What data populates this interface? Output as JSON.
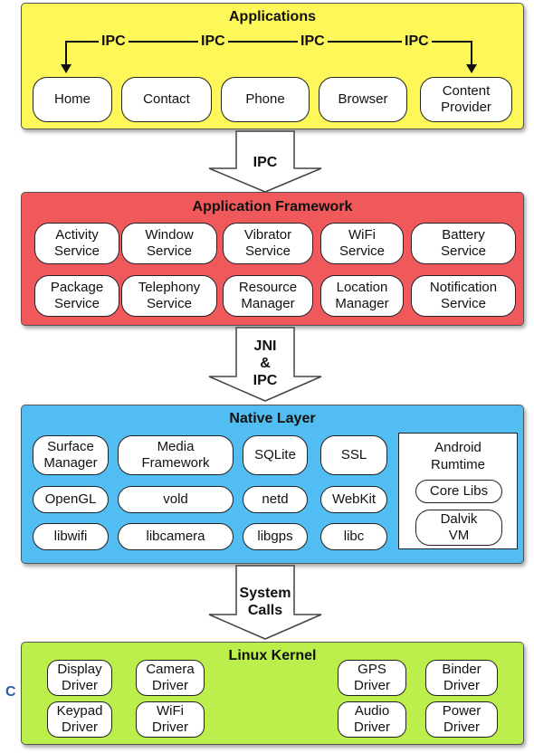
{
  "colors": {
    "applications": "#fdf75a",
    "framework": "#f0595c",
    "native": "#52bdf2",
    "kernel": "#bcef4b"
  },
  "applications": {
    "title": "Applications",
    "ipc_labels": [
      "IPC",
      "IPC",
      "IPC",
      "IPC"
    ],
    "apps": [
      "Home",
      "Contact",
      "Phone",
      "Browser",
      "Content\nProvider"
    ]
  },
  "arrow_apps_framework": "IPC",
  "framework": {
    "title": "Application Framework",
    "services": [
      "Activity\nService",
      "Window\nService",
      "Vibrator\nService",
      "WiFi\nService",
      "Battery\nService",
      "Package\nService",
      "Telephony\nService",
      "Resource\nManager",
      "Location\nManager",
      "Notification\nService"
    ]
  },
  "arrow_framework_native": "JNI\n&\nIPC",
  "native": {
    "title": "Native Layer",
    "libs": [
      "Surface\nManager",
      "Media\nFramework",
      "SQLite",
      "SSL",
      "OpenGL",
      "vold",
      "netd",
      "WebKit",
      "libwifi",
      "libcamera",
      "libgps",
      "libc"
    ],
    "runtime": {
      "title": "Android\nRumtime",
      "core_libs": "Core Libs",
      "vm": "Dalvik\nVM"
    }
  },
  "arrow_native_kernel": "System\nCalls",
  "kernel": {
    "title": "Linux Kernel",
    "drivers": [
      "Display\nDriver",
      "Camera\nDriver",
      "GPS\nDriver",
      "Binder\nDriver",
      "Keypad\nDriver",
      "WiFi\nDriver",
      "Audio\nDriver",
      "Power\nDriver"
    ]
  },
  "stray_text": "C"
}
